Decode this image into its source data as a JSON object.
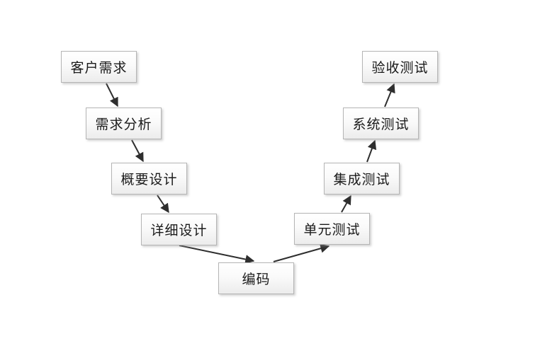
{
  "diagram": {
    "type": "flowchart",
    "shape": "v-model",
    "background_color": "#ffffff",
    "node_border_color": "#b5b5b5",
    "node_fill_top": "#ffffff",
    "node_fill_bottom": "#ececec",
    "arrow_color": "#2e2e2e",
    "text_color": "#1a1a1a",
    "nodes": [
      {
        "id": "customer-requirements",
        "label": "客户需求"
      },
      {
        "id": "requirements-analysis",
        "label": "需求分析"
      },
      {
        "id": "high-level-design",
        "label": "概要设计"
      },
      {
        "id": "detailed-design",
        "label": "详细设计"
      },
      {
        "id": "coding",
        "label": "编码"
      },
      {
        "id": "unit-testing",
        "label": "单元测试"
      },
      {
        "id": "integration-testing",
        "label": "集成测试"
      },
      {
        "id": "system-testing",
        "label": "系统测试"
      },
      {
        "id": "acceptance-testing",
        "label": "验收测试"
      }
    ],
    "edges": [
      {
        "from": "customer-requirements",
        "to": "requirements-analysis"
      },
      {
        "from": "requirements-analysis",
        "to": "high-level-design"
      },
      {
        "from": "high-level-design",
        "to": "detailed-design"
      },
      {
        "from": "detailed-design",
        "to": "coding"
      },
      {
        "from": "coding",
        "to": "unit-testing"
      },
      {
        "from": "unit-testing",
        "to": "integration-testing"
      },
      {
        "from": "integration-testing",
        "to": "system-testing"
      },
      {
        "from": "system-testing",
        "to": "acceptance-testing"
      }
    ]
  }
}
